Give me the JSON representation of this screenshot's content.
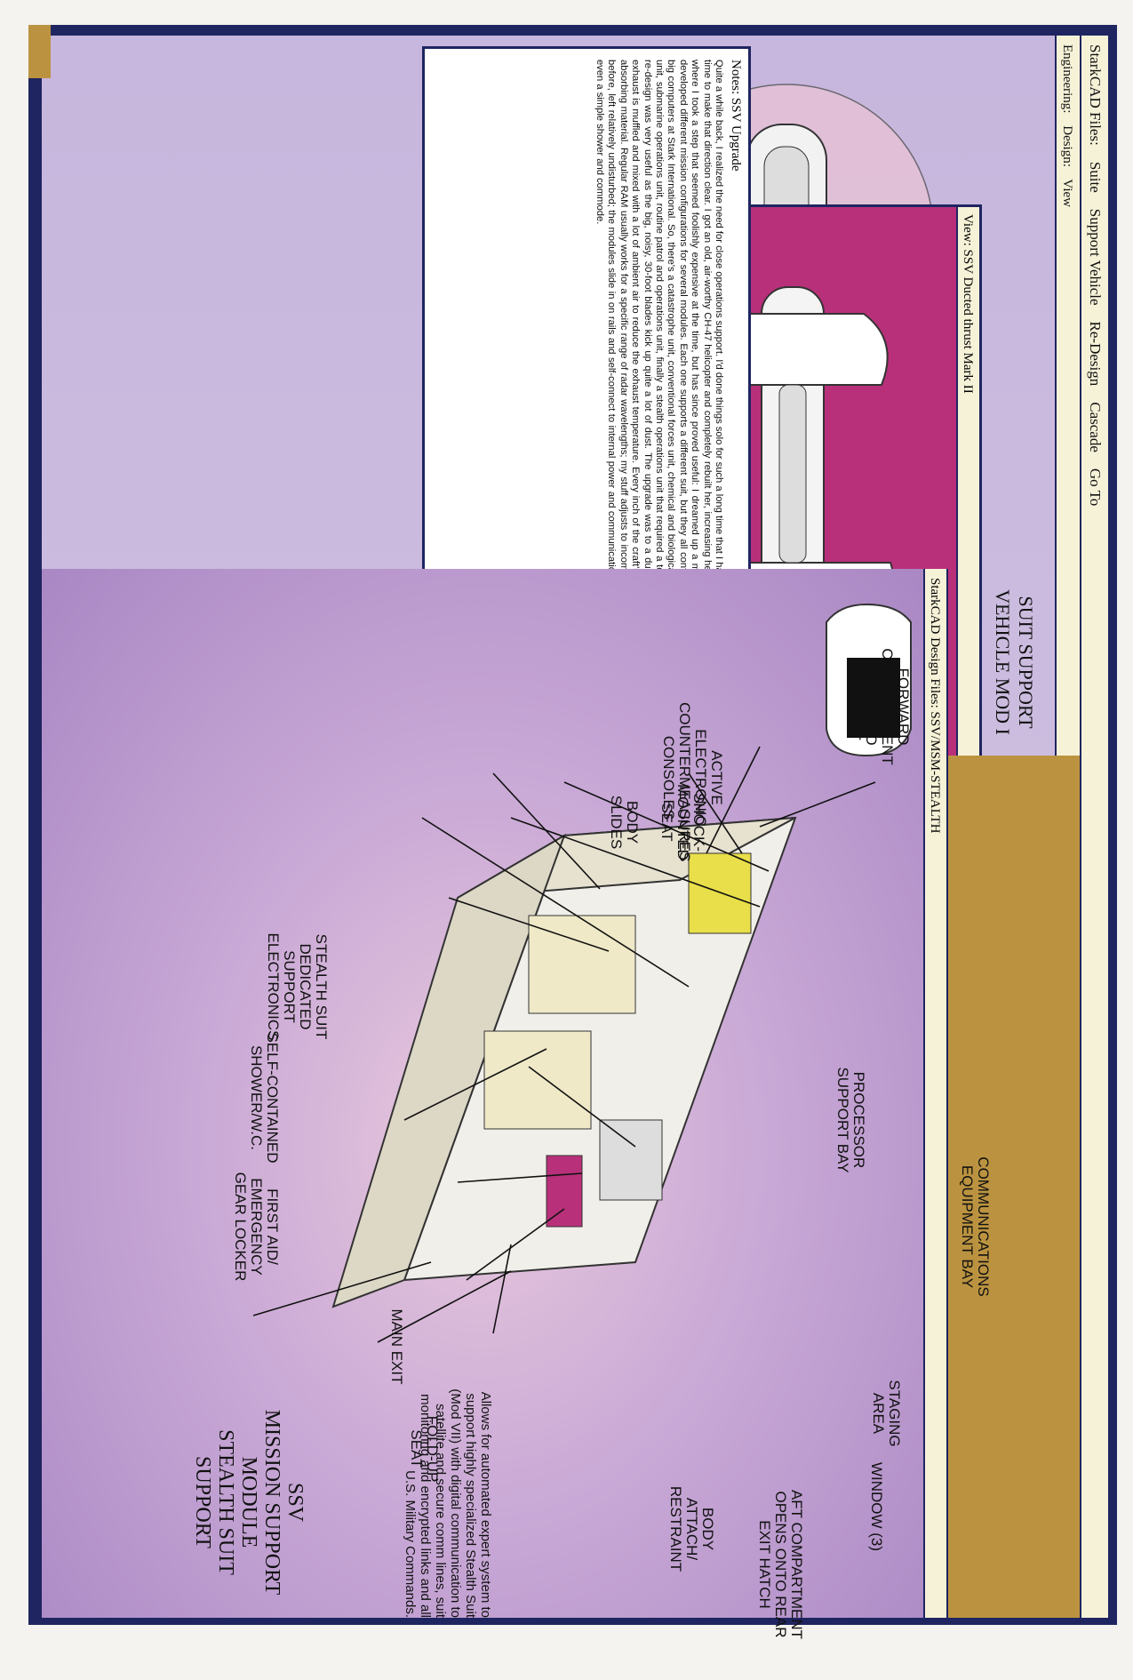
{
  "menu": {
    "items": [
      "StarkCAD Files:",
      "Suite",
      "Support Vehicle",
      "Re-Design",
      "Cascade",
      "Go To"
    ]
  },
  "submenu": {
    "items": [
      "Engineering:",
      "Design:",
      "View"
    ]
  },
  "view_panel": {
    "title": "View: SSV Ducted thrust Mark II"
  },
  "suit_title": {
    "line1": "SUIT SUPPORT",
    "line2": "VEHICLE MOD I"
  },
  "design_panel": {
    "title": "StarkCAD Design Files:   SSV/MSM-STEALTH"
  },
  "notes": {
    "title": "Notes: SSV Upgrade",
    "body": "Quite a while back, I realized the need for close operations support. I'd done things solo for such a long time that I had to needlessly risk my neck one last time to make that direction clear. I got an old, air-worthy CH-47 helicopter and completely rebuilt her, increasing her strength and flight duration. Here is where I took a step that seemed foolishly expensive at the time, but has since proved useful: I dreamed up a module that fit inside the craft. Then I developed different mission configurations for several modules. Each one supports a different suit, but they all contain a secure multi-spectral link to the big computers at Stark International. So, there's a catastrophe unit, conventional forces unit, chemical and biological hazard unit, nuclear-capable forces unit, submarine operations unit, routine patrol and operations unit, finally a stealth operations unit that required a total re-design of the craft. The stealth re-design was very useful as the big, noisy, 30-foot blades kick up quite a lot of dust. The upgrade was to a ducted-thrust design. The new turbo-jet exhaust is muffled and mixed with a lot of ambient air to reduce the exhaust temperature. Every inch of the craft's skin was replaced with active radar absorbing material. Regular RAM usually works for a specific range of radar wavelengths; my stuff adjusts to incoming signals. The forward cockpit is as before, left relatively undisturbed; the modules slide in on rails and self-connect to internal power and communications. Talk about usefulness . . . there's even a simple shower and commode."
  },
  "module": {
    "title_line1": "SSV",
    "title_line2": "MISSION SUPPORT",
    "title_line3": "MODULE",
    "title_line4": "STEALTH SUIT SUPPORT",
    "description": "Allows for automated expert system to support highly specialized Stealth Suit (Mod VII) with digital communication to satellite and secure comm lines, suit monitoring and encrypted links and all U.S. Military Commands."
  },
  "callouts": {
    "ecm": "ACTIVE ELECTRONIC COUNTERMEASURES CONSOLES",
    "forward": "FORWARD COMPARTMENT OPENS TO COCKPIT",
    "shock": "SHOCK-MOUNTED SEAT",
    "body_slides": "BODY SLIDES",
    "stealth_elec": "STEALTH SUIT DEDICATED SUPPORT ELECTRONICS",
    "shower": "SELF-CONTAINED SHOWER/W.C.",
    "first_aid": "FIRST AID/ EMERGENCY GEAR LOCKER",
    "processor": "PROCESSOR SUPPORT BAY",
    "comms": "COMMUNICATIONS EQUIPMENT BAY",
    "main_exit": "MAIN EXIT",
    "staging": "STAGING AREA",
    "foldup": "FOLD-UP SEAT",
    "window": "WINDOW (3)",
    "body_attach": "BODY ATTACH/ RESTRAINT",
    "aft": "AFT COMPARTMENT OPENS ONTO REAR EXIT HATCH"
  },
  "colors": {
    "navy": "#1f2560",
    "lavender": "#c7b6dd",
    "magenta": "#b8307a",
    "gold": "#bb9340",
    "cream": "#f6f2d8"
  }
}
